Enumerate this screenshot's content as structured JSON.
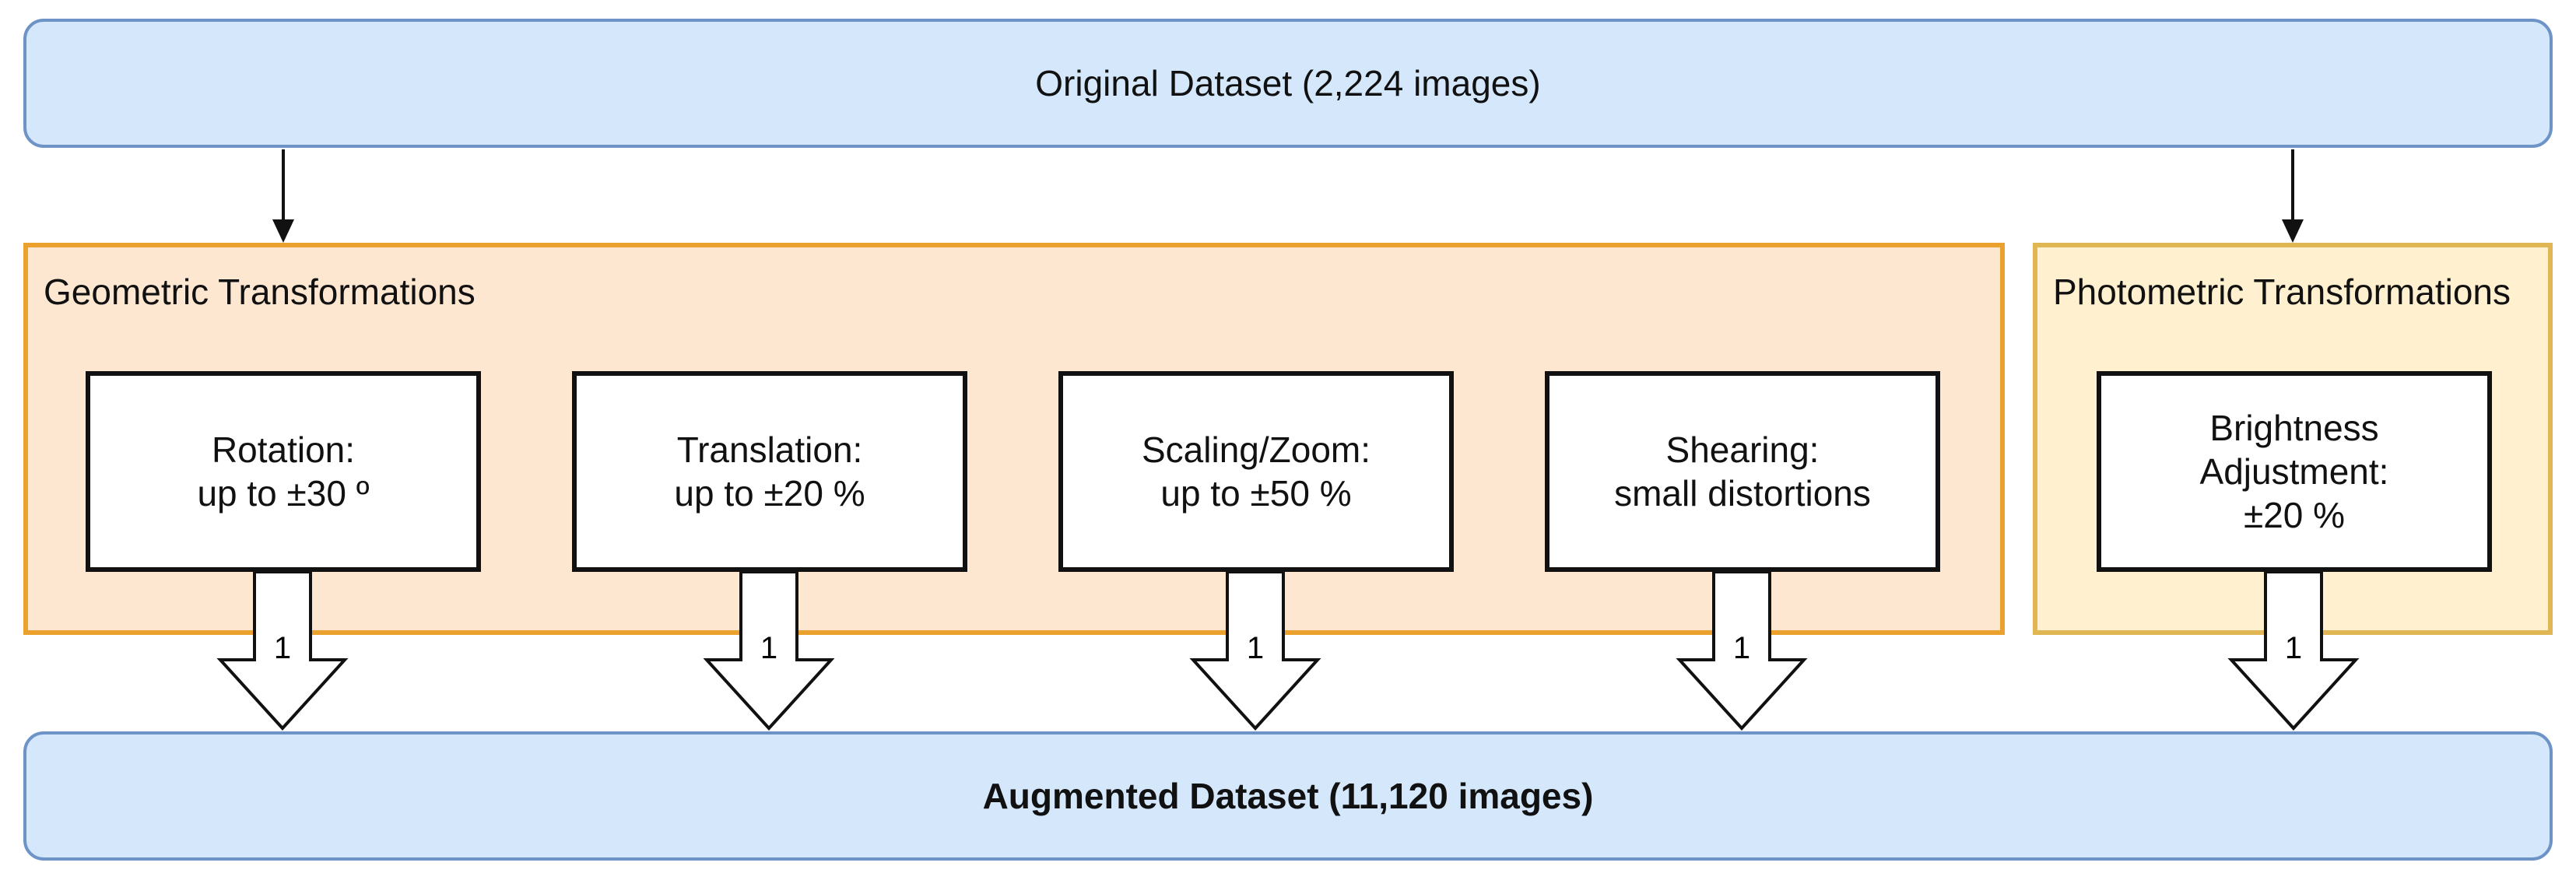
{
  "original": {
    "title": "Original Dataset (2,224 images)"
  },
  "augmented": {
    "title": "Augmented Dataset (11,120 images)"
  },
  "groups": {
    "geometric": {
      "title": "Geometric Transformations"
    },
    "photometric": {
      "title": "Photometric Transformations"
    }
  },
  "transforms": [
    {
      "id": "rotation",
      "name": "Rotation:",
      "detail": [
        "up to ±30 º"
      ],
      "count": "1"
    },
    {
      "id": "translation",
      "name": "Translation:",
      "detail": [
        "up to ±20 %"
      ],
      "count": "1"
    },
    {
      "id": "scaling",
      "name": "Scaling/Zoom:",
      "detail": [
        "up to ±50 %"
      ],
      "count": "1"
    },
    {
      "id": "shearing",
      "name": "Shearing:",
      "detail": [
        "small distortions"
      ],
      "count": "1"
    },
    {
      "id": "brightness",
      "name": "Brightness",
      "detail": [
        "Adjustment:",
        "±20 %"
      ],
      "count": "1"
    }
  ],
  "colors": {
    "dataset_fill": "#d4e7fb",
    "dataset_border": "#6d93c7",
    "geometric_fill": "#fde7d1",
    "geometric_border": "#eba12d",
    "photometric_fill": "#fff1cf",
    "photometric_border": "#e0b554"
  }
}
